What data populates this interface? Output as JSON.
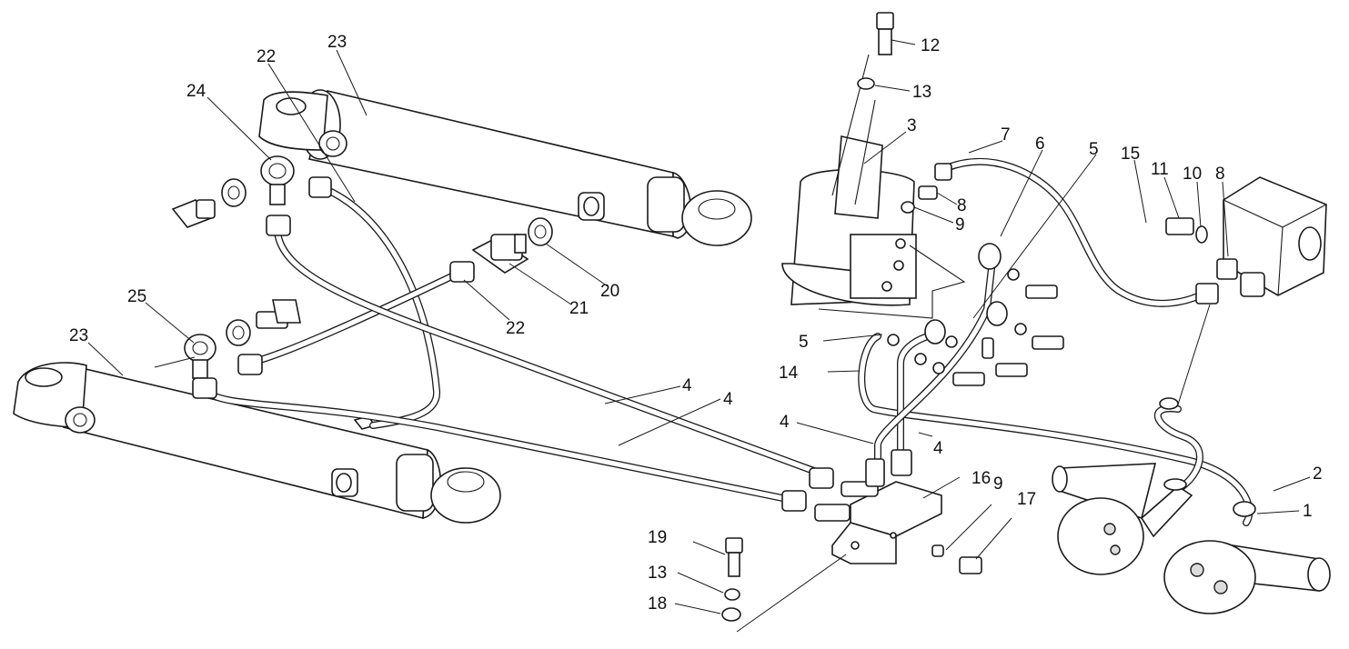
{
  "diagram": {
    "labels": [
      {
        "id": "l23a",
        "text": "23"
      },
      {
        "id": "l22a",
        "text": "22"
      },
      {
        "id": "l24",
        "text": "24"
      },
      {
        "id": "l21",
        "text": "21"
      },
      {
        "id": "l20",
        "text": "20"
      },
      {
        "id": "l22b",
        "text": "22"
      },
      {
        "id": "l25",
        "text": "25"
      },
      {
        "id": "l23b",
        "text": "23"
      },
      {
        "id": "l4a",
        "text": "4"
      },
      {
        "id": "l4b",
        "text": "4"
      },
      {
        "id": "l4c",
        "text": "4"
      },
      {
        "id": "l4d",
        "text": "4"
      },
      {
        "id": "l12",
        "text": "12"
      },
      {
        "id": "l13a",
        "text": "13"
      },
      {
        "id": "l3",
        "text": "3"
      },
      {
        "id": "l7",
        "text": "7"
      },
      {
        "id": "l6",
        "text": "6"
      },
      {
        "id": "l5a",
        "text": "5"
      },
      {
        "id": "l15",
        "text": "15"
      },
      {
        "id": "l11",
        "text": "11"
      },
      {
        "id": "l10",
        "text": "10"
      },
      {
        "id": "l8a",
        "text": "8"
      },
      {
        "id": "l8b",
        "text": "8"
      },
      {
        "id": "l9a",
        "text": "9"
      },
      {
        "id": "l5b",
        "text": "5"
      },
      {
        "id": "l14",
        "text": "14"
      },
      {
        "id": "l16",
        "text": "16"
      },
      {
        "id": "l9b",
        "text": "9"
      },
      {
        "id": "l17",
        "text": "17"
      },
      {
        "id": "l2",
        "text": "2"
      },
      {
        "id": "l1",
        "text": "1"
      },
      {
        "id": "l19",
        "text": "19"
      },
      {
        "id": "l13b",
        "text": "13"
      },
      {
        "id": "l18",
        "text": "18"
      }
    ]
  }
}
